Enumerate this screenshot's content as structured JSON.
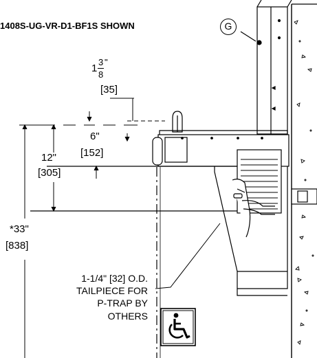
{
  "title": "1408S-UG-VR-D1-BF1S SHOWN",
  "callout_letter": "G",
  "dims": {
    "d1_whole": "1",
    "d1_num": "3",
    "d1_den": "8",
    "d1_unit": "\"",
    "d1_mm": "[35]",
    "d2_in": "6\"",
    "d2_mm": "[152]",
    "d3_in": "12\"",
    "d3_mm": "[305]",
    "d4_in": "*33\"",
    "d4_mm": "[838]"
  },
  "note_lines": [
    "1-1/4\" [32] O.D.",
    "TAILPIECE FOR",
    "P-TRAP BY",
    "OTHERS"
  ],
  "icons": {
    "accessibility": "wheelchair-accessible-icon"
  }
}
